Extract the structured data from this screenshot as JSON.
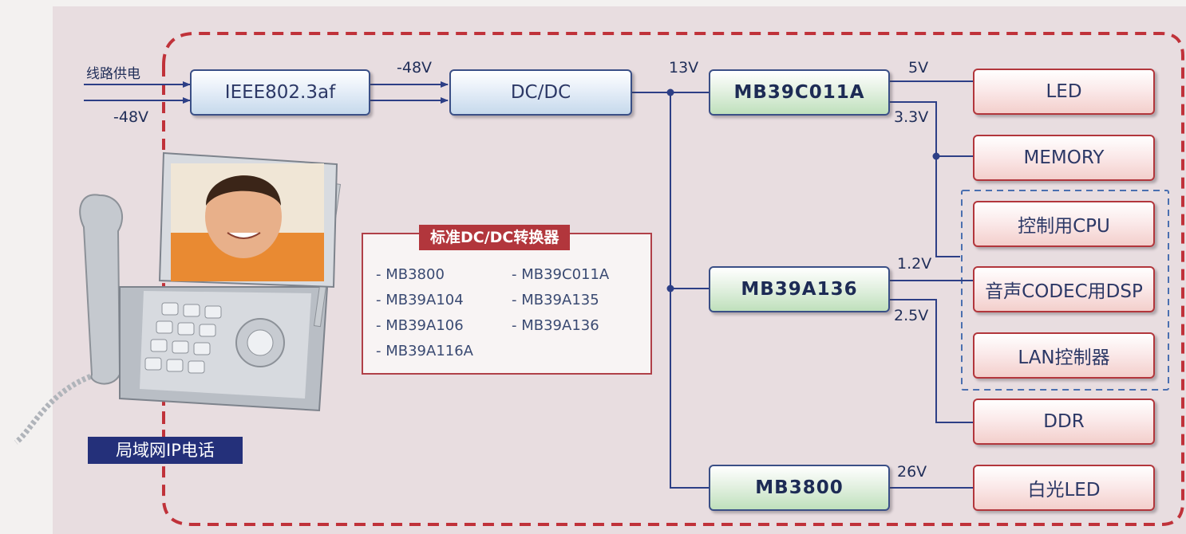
{
  "power_input": {
    "label": "线路供电",
    "voltage": "-48V"
  },
  "blocks": {
    "ieee": "IEEE802.3af",
    "dcdc": "DC/DC",
    "mb39c011a": "MB39C011A",
    "mb39a136": "MB39A136",
    "mb3800": "MB3800"
  },
  "voltages": {
    "after_ieee": "-48V",
    "bus": "13V",
    "v5": "5V",
    "v33": "3.3V",
    "v12": "1.2V",
    "v25": "2.5V",
    "v26": "26V"
  },
  "loads": {
    "led": "LED",
    "memory": "MEMORY",
    "cpu": "控制用CPU",
    "dsp": "音声CODEC用DSP",
    "lan": "LAN控制器",
    "ddr": "DDR",
    "white_led": "白光LED"
  },
  "standard_converters": {
    "title": "标准DC/DC转换器",
    "items": [
      "- MB3800",
      "- MB39C011A",
      "- MB39A104",
      "- MB39A135",
      "- MB39A106",
      "- MB39A136",
      "- MB39A116A"
    ]
  },
  "phone_label": "局域网IP电话",
  "colors": {
    "dashed_border": "#c0323a",
    "wire": "#2d3f86",
    "label_bg": "#24307a",
    "panel_title_bg": "#b2363c"
  }
}
